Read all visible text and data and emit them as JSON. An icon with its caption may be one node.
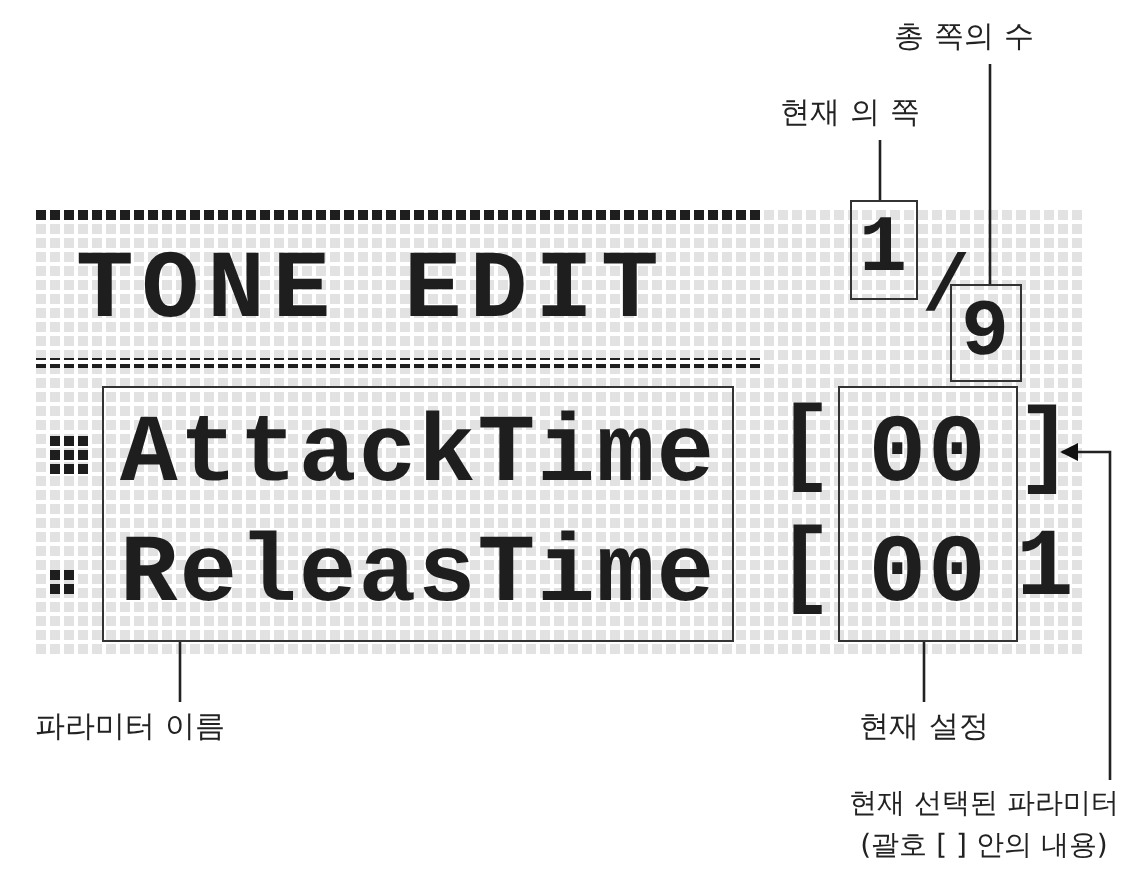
{
  "diagram": {
    "nodes": [
      {
        "text": [
          "1"
        ]
      },
      {
        "text": [
          "9"
        ]
      },
      {
        "text": [
          "AttackTime",
          "ReleasTime"
        ]
      },
      {
        "text": [
          "00",
          "00"
        ]
      },
      {
        "text": [
          "현재 의 쪽"
        ]
      },
      {
        "text": [
          "총 쪽의 수"
        ]
      },
      {
        "text": [
          "파라미터 이름"
        ]
      },
      {
        "text": [
          "현재 설정"
        ]
      },
      {
        "text": [
          "현재 선택된 파라미터 (괄호 [ ] 안의 내용)"
        ]
      },
      {
        "text": [
          "]"
        ]
      }
    ],
    "edges": [
      {
        "from": 4,
        "to": 0,
        "arrow": "none"
      },
      {
        "from": 5,
        "to": 1,
        "arrow": "none"
      },
      {
        "from": 6,
        "to": 2,
        "arrow": "none"
      },
      {
        "from": 7,
        "to": 3,
        "arrow": "none"
      },
      {
        "from": 8,
        "to": 9,
        "arrow": "to"
      }
    ],
    "labels": [
      "TONE EDIT",
      "/",
      "[",
      "[",
      "1"
    ]
  }
}
